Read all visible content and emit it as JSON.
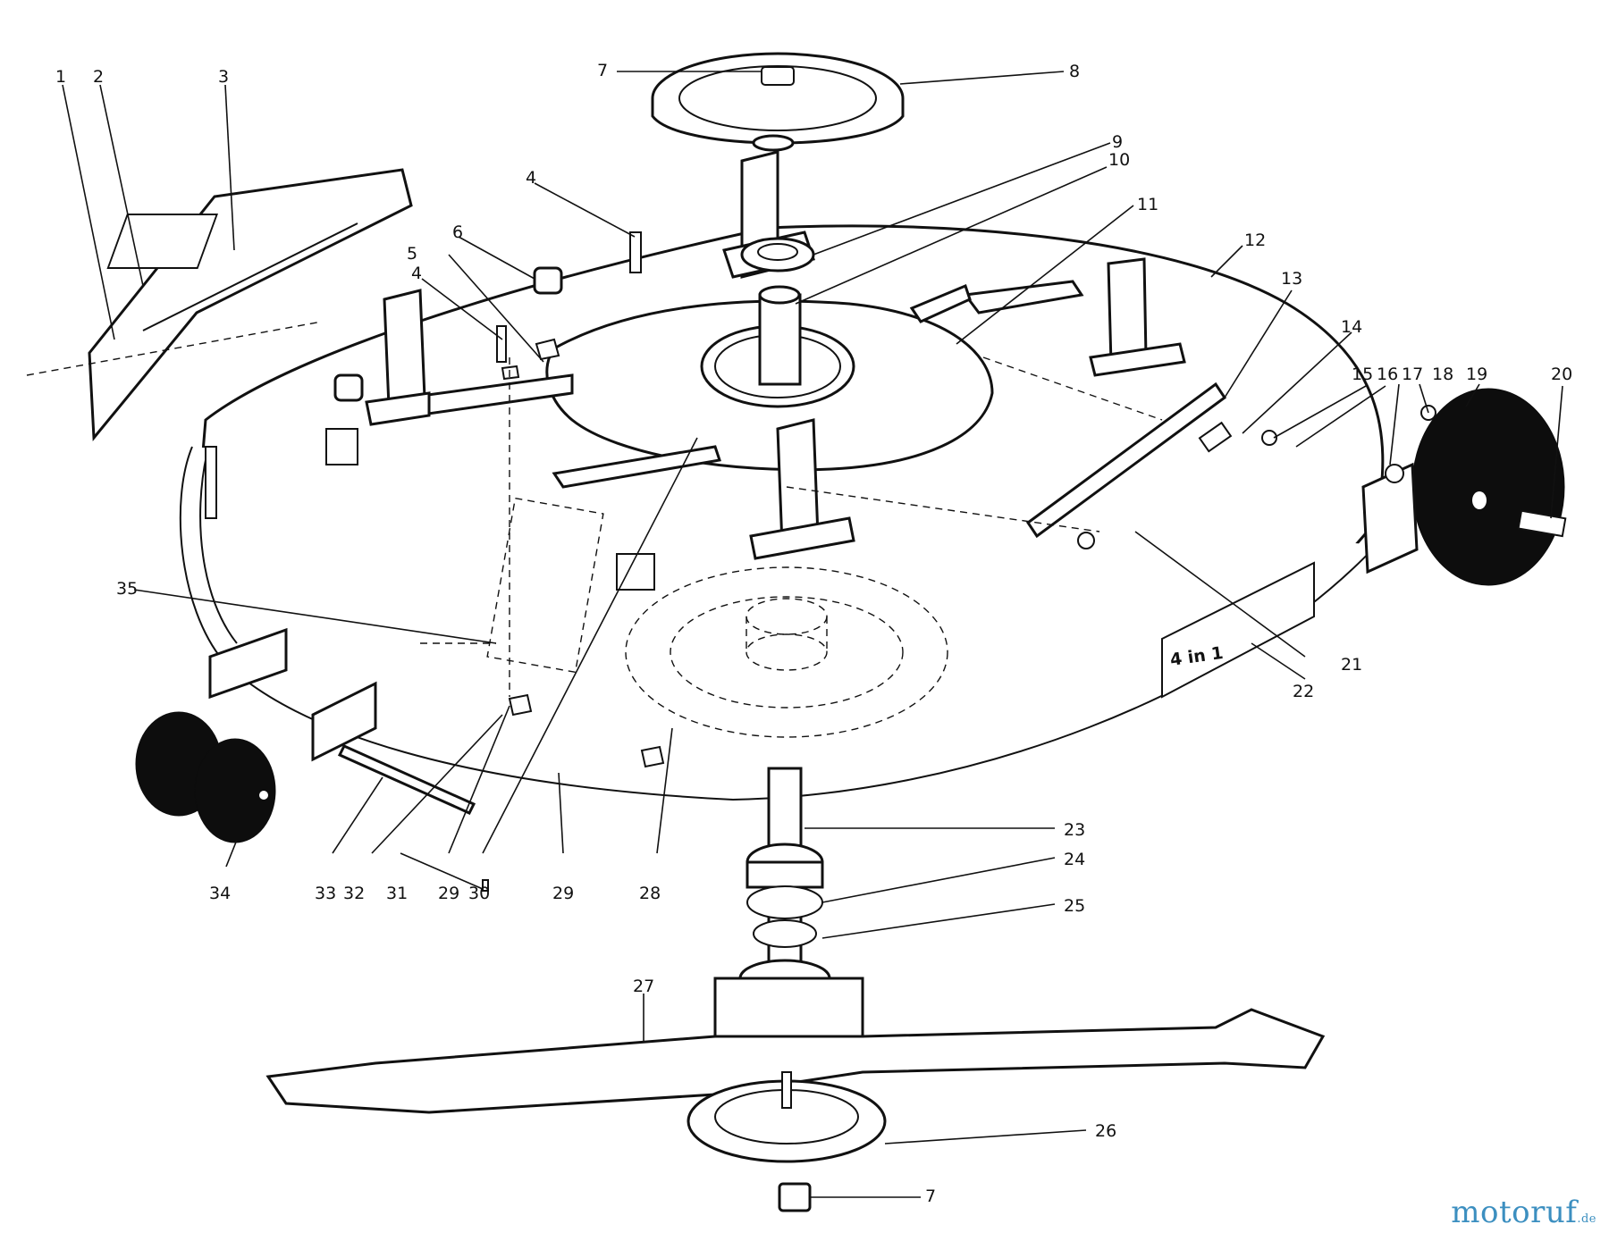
{
  "diagram": {
    "callouts": [
      "1",
      "2",
      "3",
      "4",
      "5",
      "6",
      "7",
      "8",
      "9",
      "10",
      "11",
      "12",
      "13",
      "14",
      "15",
      "16",
      "17",
      "18",
      "19",
      "20",
      "21",
      "22",
      "23",
      "24",
      "25",
      "26",
      "27",
      "28",
      "29",
      "30",
      "31",
      "32",
      "33",
      "34",
      "35"
    ],
    "decal_text": "4 in 1",
    "watermark": {
      "name": "motoruf",
      "tld": ".de"
    }
  }
}
